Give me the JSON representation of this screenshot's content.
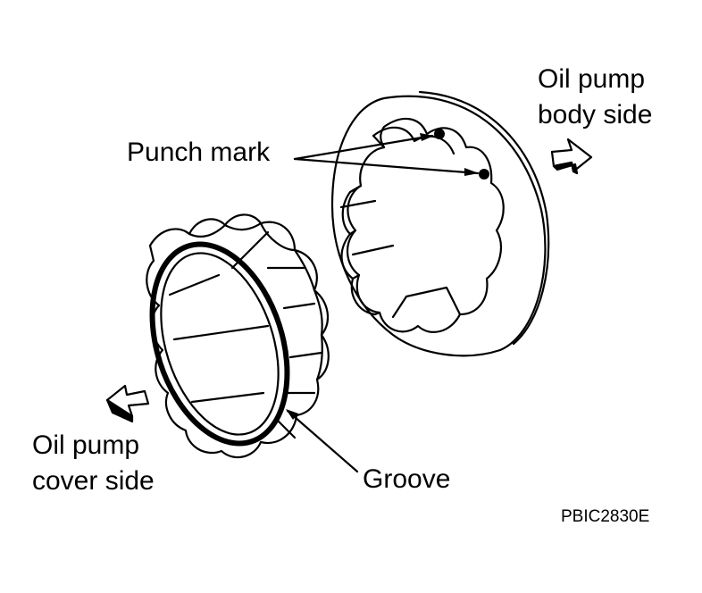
{
  "labels": {
    "body_side_line1": "Oil pump",
    "body_side_line2": "body side",
    "punch_mark": "Punch mark",
    "cover_side_line1": "Oil pump",
    "cover_side_line2": "cover side",
    "groove": "Groove",
    "figure_code": "PBIC2830E"
  },
  "colors": {
    "ink": "#000000",
    "paper": "#ffffff"
  }
}
